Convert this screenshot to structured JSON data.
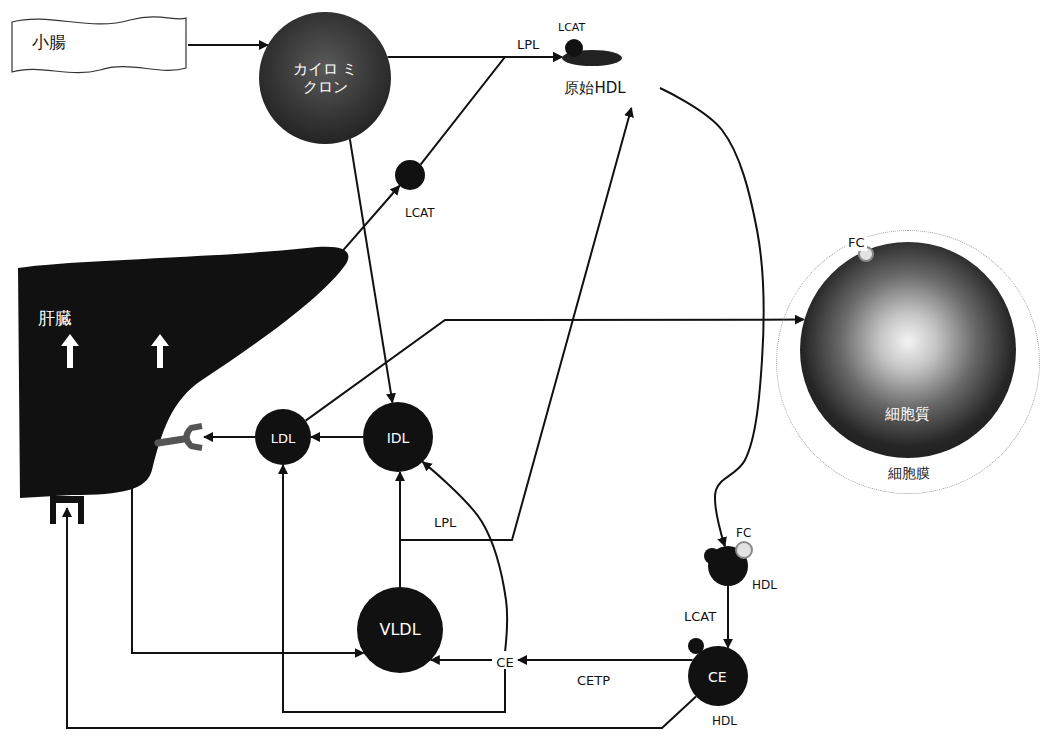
{
  "diagram": {
    "nodes": [
      {
        "text": [
          "小腸"
        ]
      },
      {
        "text": [
          "カイロ ミクロン"
        ]
      },
      {
        "text": [
          "LCAT",
          "原始HDL"
        ]
      },
      {
        "text": [
          "LCAT"
        ]
      },
      {
        "text": [
          "肝臓"
        ]
      },
      {
        "text": [
          "細胞膜"
        ]
      },
      {
        "text": [
          "細胞質"
        ],
        "in": 5
      },
      {
        "text": [
          "LDL"
        ]
      },
      {
        "text": [
          "IDL"
        ]
      },
      {
        "text": [
          "FC",
          "HDL"
        ]
      },
      {
        "text": [
          "VLDL"
        ]
      },
      {
        "text": [
          "CE"
        ]
      },
      {
        "text": [
          "CE",
          "HDL"
        ]
      }
    ],
    "edges": [
      {
        "from": 0,
        "to": 1,
        "arrow": "to"
      },
      {
        "from": 1,
        "to": 2,
        "label": "LPL",
        "arrow": "to"
      },
      {
        "from": 3,
        "to": 2,
        "arrow": "to"
      },
      {
        "from": 1,
        "to": 8,
        "arrow": "to"
      },
      {
        "from": 4,
        "to": 3,
        "arrow": "to"
      },
      {
        "from": 8,
        "to": 7,
        "arrow": "to"
      },
      {
        "from": 7,
        "to": 4,
        "arrow": "to"
      },
      {
        "from": 7,
        "to": 6,
        "arrow": "to"
      },
      {
        "from": 4,
        "to": 10,
        "arrow": "to"
      },
      {
        "from": 10,
        "to": 8,
        "label": "LPL",
        "arrow": "to"
      },
      {
        "from": 10,
        "to": 2,
        "arrow": "to"
      },
      {
        "from": 2,
        "to": 9,
        "arrow": "to"
      },
      {
        "from": 9,
        "to": 12,
        "label": "LCAT",
        "arrow": "to"
      },
      {
        "from": 12,
        "to": 11,
        "label": "CETP",
        "arrow": "to"
      },
      {
        "from": 11,
        "to": 10,
        "arrow": "to"
      },
      {
        "from": 11,
        "to": 8,
        "arrow": "to"
      },
      {
        "from": 11,
        "to": 7,
        "arrow": "to"
      },
      {
        "from": 12,
        "to": 4,
        "arrow": "to"
      }
    ],
    "labels": [
      "FC"
    ]
  }
}
